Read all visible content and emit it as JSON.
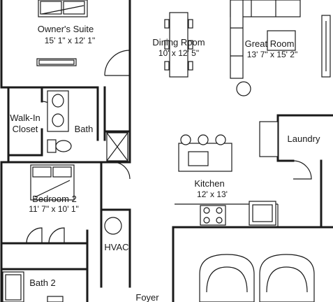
{
  "rooms": {
    "owners_suite": {
      "name": "Owner's Suite",
      "dims": "15' 1\" x 12' 1\""
    },
    "dining_room": {
      "name": "Dining Room",
      "dims": "10' x 12' 5\""
    },
    "great_room": {
      "name": "Great Room",
      "dims": "13' 7\" x 15' 2\""
    },
    "walk_in_closet": {
      "line1": "Walk-In",
      "line2": "Closet"
    },
    "bath": {
      "name": "Bath"
    },
    "laundry": {
      "name": "Laundry"
    },
    "bedroom_2": {
      "name": "Bedroom 2",
      "dims": "11' 7\" x 10' 1\""
    },
    "kitchen": {
      "name": "Kitchen",
      "dims": "12' x 13'"
    },
    "hvac": {
      "name": "HVAC"
    },
    "bath_2": {
      "name": "Bath 2"
    },
    "foyer": {
      "name": "Foyer"
    }
  }
}
